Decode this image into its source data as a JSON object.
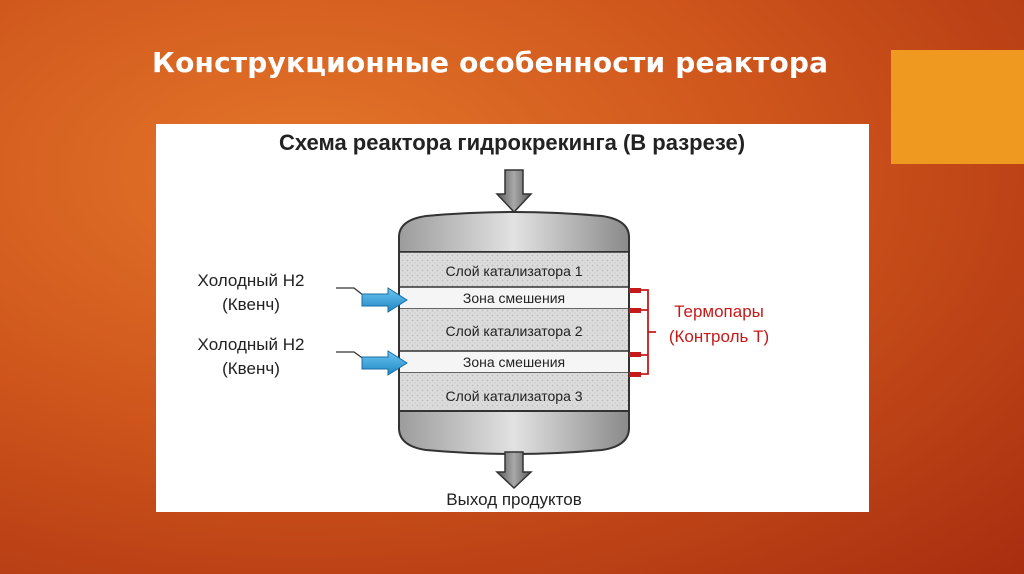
{
  "slide": {
    "title": "Конструкционные особенности реактора"
  },
  "diagram": {
    "heading": "Схема реактора гидрокрекинга (В разрезе)",
    "layers": [
      "Слой катализатора 1",
      "Зона смешения",
      "Слой катализатора 2",
      "Зона смешения",
      "Слой катализатора 3"
    ],
    "quench_inputs": [
      {
        "line1": "Холодный Н2",
        "line2": "(Квенч)"
      },
      {
        "line1": "Холодный Н2",
        "line2": "(Квенч)"
      }
    ],
    "thermocouples": {
      "line1": "Термопары",
      "line2": "(Контроль Т)"
    },
    "output_label": "Выход продуктов"
  },
  "colors": {
    "background": "#cf561c",
    "accent": "#ef9920",
    "thermo": "#c41a1a",
    "quench_arrow": "#2b9bd6"
  }
}
